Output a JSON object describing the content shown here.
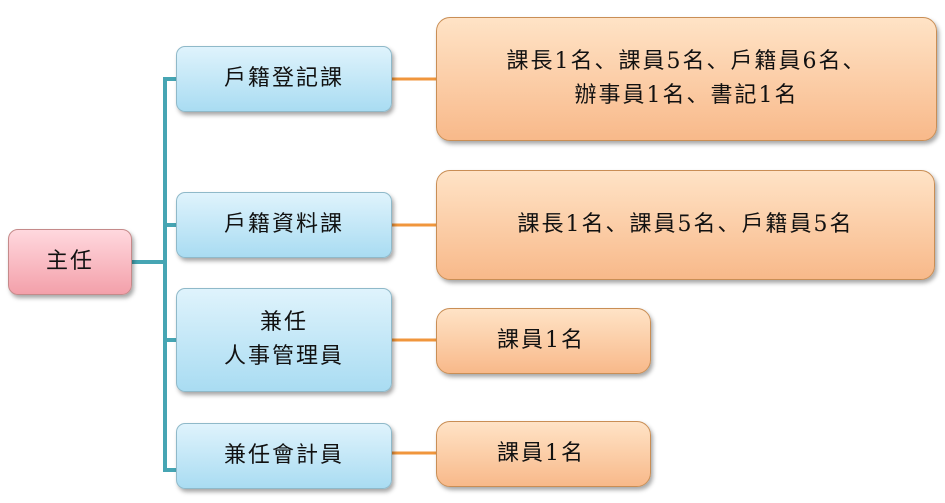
{
  "root": {
    "label": "主任"
  },
  "units": [
    {
      "label": "戶籍登記課",
      "staff": "課長1名、課員5名、戶籍員6名、\n辦事員1名、書記1名"
    },
    {
      "label": "戶籍資料課",
      "staff": "課長1名、課員5名、戶籍員5名"
    },
    {
      "label": "兼任\n人事管理員",
      "staff": "課員1名"
    },
    {
      "label": "兼任會計員",
      "staff": "課員1名"
    }
  ],
  "colors": {
    "root_fill": "#f3a0aa",
    "unit_fill": "#a9dcf2",
    "staff_fill": "#f8b98a",
    "tree_connector": "#46a5b3",
    "staff_connector": "#f0963c"
  }
}
